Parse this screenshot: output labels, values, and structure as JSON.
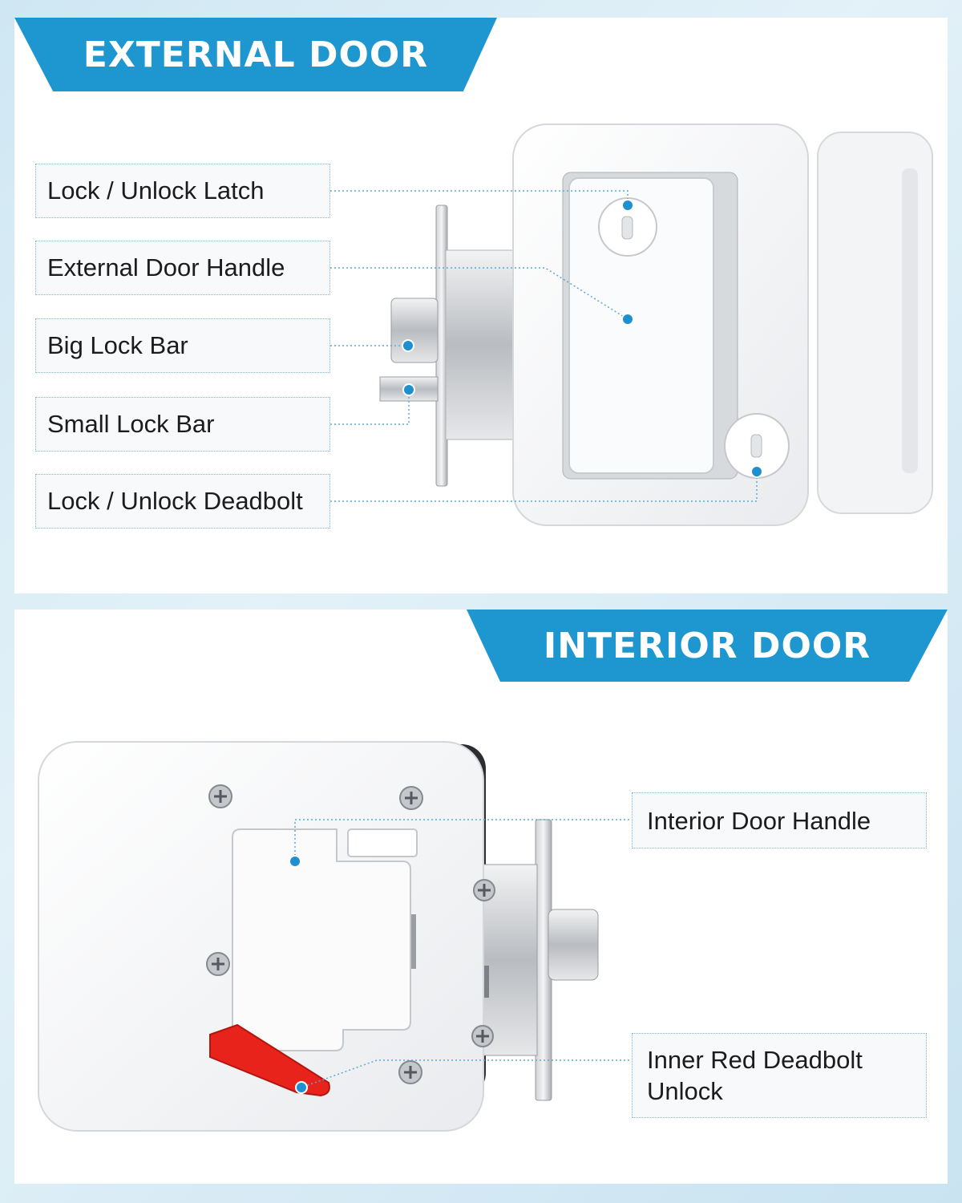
{
  "top_section": {
    "title": "EXTERNAL DOOR",
    "labels": [
      "Lock / Unlock Latch",
      "External Door Handle",
      "Big Lock Bar",
      "Small Lock Bar",
      "Lock / Unlock Deadbolt"
    ]
  },
  "bottom_section": {
    "title": "INTERIOR DOOR",
    "labels": [
      {
        "line1": "Interior Door Handle",
        "line2": ""
      },
      {
        "line1": "Inner Red Deadbolt",
        "line2": "Unlock"
      }
    ]
  },
  "colors": {
    "accent": "#1e96cf",
    "callout_dot": "#1e8fcf",
    "deadbolt_red": "#e8231c"
  }
}
